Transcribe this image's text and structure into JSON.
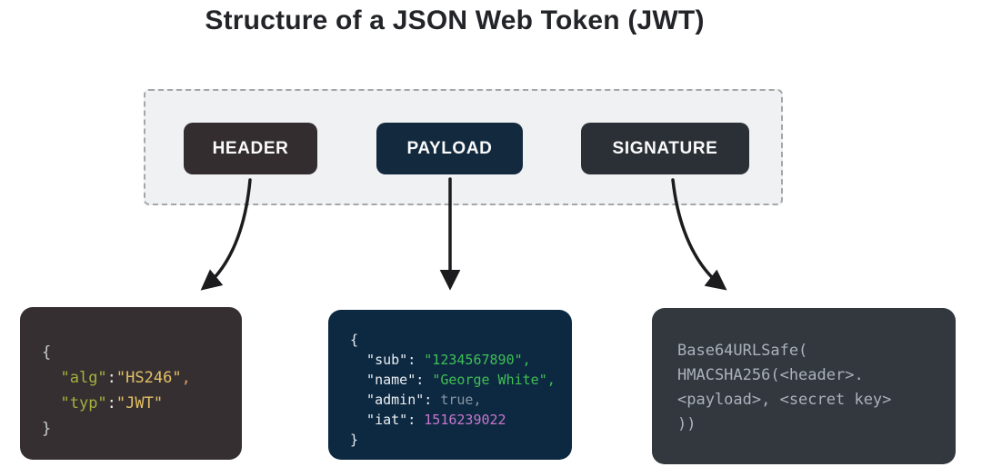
{
  "title": "Structure of a JSON Web Token (JWT)",
  "pills": [
    {
      "id": "header",
      "label": "HEADER"
    },
    {
      "id": "payload",
      "label": "PAYLOAD"
    },
    {
      "id": "signature",
      "label": "SIGNATURE"
    }
  ],
  "colors": {
    "title_text": "#232428",
    "arrow": "#1c1c1e",
    "container_fill": "#f0f1f3",
    "container_border": "#a6a6a6",
    "pill_text": "#fafafa",
    "pill_header_bg": "#332d30",
    "pill_payload_bg": "#12293e",
    "pill_signature_bg": "#2b3036",
    "panel_header_bg": "#362f32",
    "panel_payload_bg": "#0d2942",
    "panel_signature_bg": "#33373e",
    "tok": {
      "brace_gray": "#c9cccf",
      "key_olive": "#a4b13d",
      "colon_white": "#eceff1",
      "value_gold": "#e3c065",
      "comma_orange": "#dd9a5f",
      "plain_light": "#e9eef2",
      "value_green": "#3fbf54",
      "literal_gray": "#8795a3",
      "value_purple": "#c576cc",
      "sig_text": "#aab2bb"
    }
  },
  "panels": {
    "header": {
      "lines": [
        [
          {
            "t": "{",
            "c": "brace_gray"
          }
        ],
        [
          {
            "t": "  ",
            "c": "brace_gray"
          },
          {
            "t": "\"alg\"",
            "c": "key_olive"
          },
          {
            "t": ":",
            "c": "colon_white"
          },
          {
            "t": "\"HS246\"",
            "c": "value_gold"
          },
          {
            "t": ",",
            "c": "comma_orange"
          }
        ],
        [
          {
            "t": "  ",
            "c": "brace_gray"
          },
          {
            "t": "\"typ\"",
            "c": "key_olive"
          },
          {
            "t": ":",
            "c": "colon_white"
          },
          {
            "t": "\"JWT\"",
            "c": "value_gold"
          }
        ],
        [
          {
            "t": "}",
            "c": "brace_gray"
          }
        ]
      ]
    },
    "payload": {
      "lines": [
        [
          {
            "t": "{",
            "c": "plain_light"
          }
        ],
        [
          {
            "t": "  \"sub\": ",
            "c": "plain_light"
          },
          {
            "t": "\"1234567890\",",
            "c": "value_green"
          }
        ],
        [
          {
            "t": "  \"name\": ",
            "c": "plain_light"
          },
          {
            "t": "\"George White\",",
            "c": "value_green"
          }
        ],
        [
          {
            "t": "  \"admin\": ",
            "c": "plain_light"
          },
          {
            "t": "true,",
            "c": "literal_gray"
          }
        ],
        [
          {
            "t": "  \"iat\": ",
            "c": "plain_light"
          },
          {
            "t": "1516239022",
            "c": "value_purple"
          }
        ],
        [
          {
            "t": "}",
            "c": "plain_light"
          }
        ]
      ]
    },
    "signature": {
      "lines": [
        [
          {
            "t": "Base64URLSafe(",
            "c": "sig_text"
          }
        ],
        [
          {
            "t": "HMACSHA256(<header>.",
            "c": "sig_text"
          }
        ],
        [
          {
            "t": "<payload>, <secret key>",
            "c": "sig_text"
          }
        ],
        [
          {
            "t": "))",
            "c": "sig_text"
          }
        ]
      ]
    }
  }
}
